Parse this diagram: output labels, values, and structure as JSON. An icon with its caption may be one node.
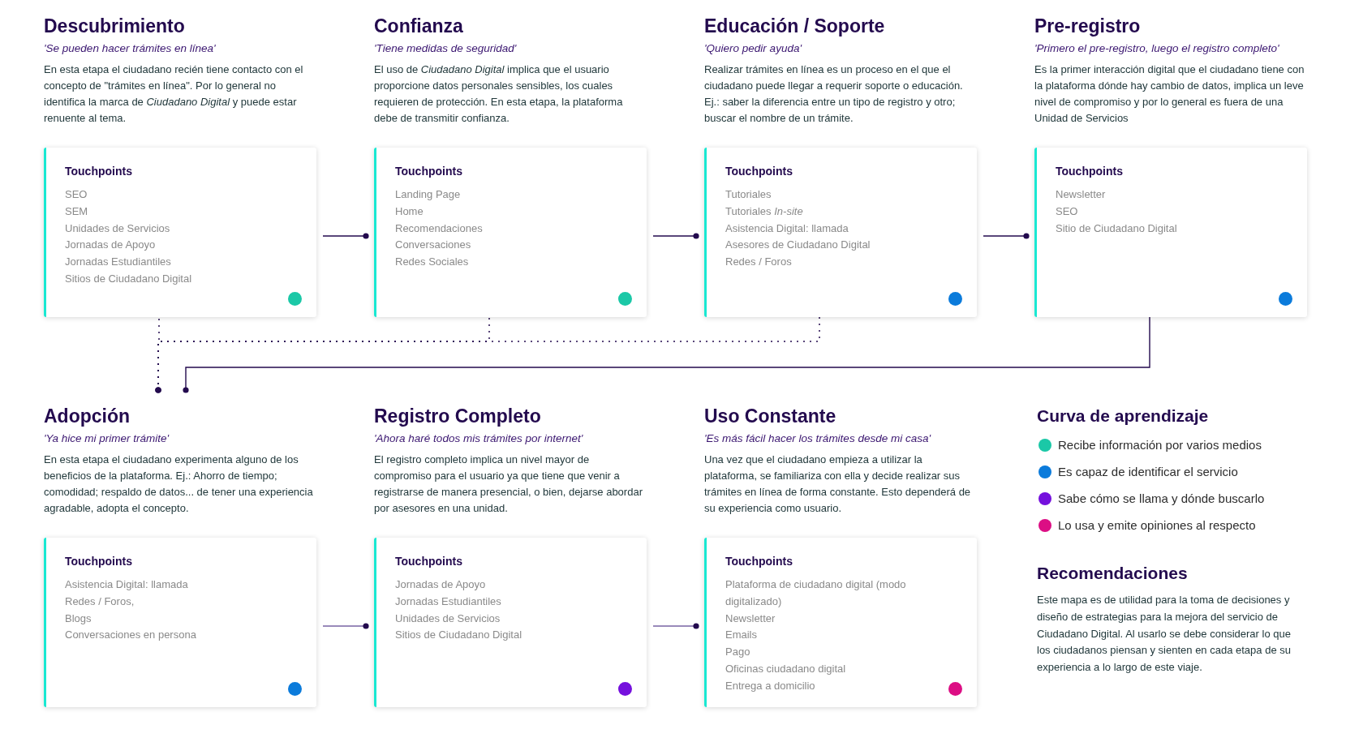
{
  "diagram": {
    "nodes": [
      {
        "text": [
          "Descubrimiento",
          "'Se pueden hacer trámites en línea'",
          "En esta etapa el ciudadano recién tiene contacto con el concepto de \"trámites en línea\". Por lo general no identifica la marca de *Ciudadano Digital* y puede estar renuente al tema.",
          "Touchpoints",
          "SEO",
          "SEM",
          "Unidades de Servicios",
          "Jornadas de Apoyo",
          "Jornadas Estudiantiles",
          "Sitios de Ciudadano Digital"
        ]
      },
      {
        "text": [
          "Confianza",
          "'Tiene medidas de seguridad'",
          "El uso de *Ciudadano Digital* implica que el usuario proporcione datos personales sensibles, los cuales requieren de protección. En esta etapa, la plataforma debe de transmitir confianza.",
          "Touchpoints",
          "Landing Page",
          "Home",
          "Recomendaciones",
          "Conversaciones",
          "Redes Sociales"
        ]
      },
      {
        "text": [
          "Educación / Soporte",
          "'Quiero pedir ayuda'",
          "Realizar trámites en línea es un proceso en el que el ciudadano puede llegar a requerir soporte o educación. Ej.: saber la diferencia entre un tipo de registro y otro; buscar el nombre de un trámite.",
          "Touchpoints",
          "Tutoriales",
          "Tutoriales *In-site*",
          "Asistencia Digital: llamada",
          "Asesores de Ciudadano Digital",
          "Redes / Foros"
        ]
      },
      {
        "text": [
          "Pre-registro",
          "'Primero el pre-registro, luego el registro completo'",
          "Es la primer interacción digital que el ciudadano tiene con la plataforma dónde hay cambio de datos, implica un leve nivel de compromiso y por lo general es fuera de una Unidad de Servicios",
          "Touchpoints",
          "Newsletter",
          "SEO",
          "Sitio de Ciudadano Digital"
        ]
      },
      {
        "text": [
          "Adopción",
          "'Ya hice mi primer trámite'",
          "En esta etapa el ciudadano experimenta alguno de los beneficios de la plataforma. Ej.: Ahorro de tiempo; comodidad; respaldo de datos... de tener una experiencia agradable, adopta el concepto.",
          "Touchpoints",
          "Asistencia Digital: llamada",
          "Redes / Foros,",
          "Blogs",
          "Conversaciones en persona"
        ]
      },
      {
        "text": [
          "Registro Completo",
          "'Ahora haré todos mis trámites por internet'",
          "El registro completo implica un nivel mayor de compromiso para el usuario ya que tiene que venir a registrarse de manera presencial, o bien, dejarse abordar por asesores en una unidad.",
          "Touchpoints",
          "Jornadas de Apoyo",
          "Jornadas Estudiantiles",
          "Unidades de Servicios",
          "Sitios de Ciudadano Digital"
        ]
      },
      {
        "text": [
          "Uso Constante",
          "'Es más fácil hacer los trámites desde mi casa'",
          "Una vez que el ciudadano empieza a utilizar la plataforma, se familiariza con ella y decide realizar sus trámites en línea de forma constante. Esto dependerá de su experiencia como usuario.",
          "Touchpoints",
          "Plataforma de ciudadano digital (modo digitalizado)",
          "Newsletter",
          "Emails",
          "Pago",
          "Oficinas ciudadano digital",
          "Entrega a domicilio"
        ]
      }
    ],
    "edges": [
      {
        "from": 0,
        "to": 1,
        "arrow": "other"
      },
      {
        "from": 1,
        "to": 2,
        "arrow": "other"
      },
      {
        "from": 2,
        "to": 3,
        "arrow": "other"
      },
      {
        "from": 0,
        "to": 4,
        "arrow": "other",
        "style": "dashed"
      },
      {
        "from": 1,
        "to": 4,
        "arrow": "other",
        "style": "dashed"
      },
      {
        "from": 2,
        "to": 4,
        "arrow": "other",
        "style": "dashed"
      },
      {
        "from": 3,
        "to": 4,
        "arrow": "other"
      },
      {
        "from": 4,
        "to": 5,
        "arrow": "other",
        "color": "#7763a3"
      },
      {
        "from": 5,
        "to": 6,
        "arrow": "other",
        "color": "#7763a3"
      }
    ],
    "labels": [
      "Curva de aprendizaje",
      "Recomendaciones",
      "Este mapa es de utilidad para la toma de decisiones y diseño de estrategias para la mejora del servicio de Ciudadano Digital. Al usarlo se debe considerar lo que los ciudadanos piensan y sienten en cada etapa de su experiencia a lo largo de este viaje."
    ],
    "legend": [
      {
        "text": "Recibe información por varios medios",
        "color": "#1bc8a7"
      },
      {
        "text": "Es capaz de identificar el servicio",
        "color": "#0b7bdb"
      },
      {
        "text": "Sabe cómo se llama y dónde buscarlo",
        "color": "#7510dd"
      },
      {
        "text": "Lo usa y emite opiniones al respecto",
        "color": "#dc0e84"
      }
    ]
  }
}
